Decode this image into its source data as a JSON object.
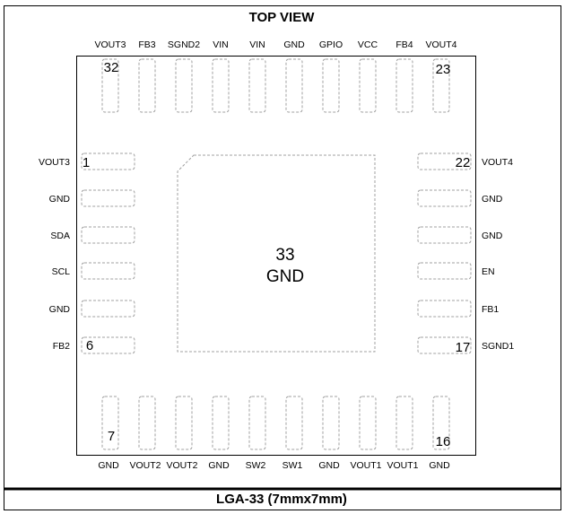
{
  "title": "TOP VIEW",
  "footer": "LGA-33 (7mmx7mm)",
  "center_pad": {
    "number": "33",
    "name": "GND"
  },
  "top_pins": [
    "VOUT3",
    "FB3",
    "SGND2",
    "VIN",
    "VIN",
    "GND",
    "GPIO",
    "VCC",
    "FB4",
    "VOUT4"
  ],
  "bottom_pins": [
    "GND",
    "VOUT2",
    "VOUT2",
    "GND",
    "SW2",
    "SW1",
    "GND",
    "VOUT1",
    "VOUT1",
    "GND"
  ],
  "left_pins": [
    "VOUT3",
    "GND",
    "SDA",
    "SCL",
    "GND",
    "FB2"
  ],
  "right_pins": [
    "VOUT4",
    "GND",
    "GND",
    "EN",
    "FB1",
    "SGND1"
  ],
  "pin_numbers": {
    "top_left": "32",
    "top_right": "23",
    "left_top": "1",
    "left_bottom": "6",
    "bottom_left": "7",
    "bottom_right": "16",
    "right_top": "22",
    "right_bottom": "17"
  }
}
